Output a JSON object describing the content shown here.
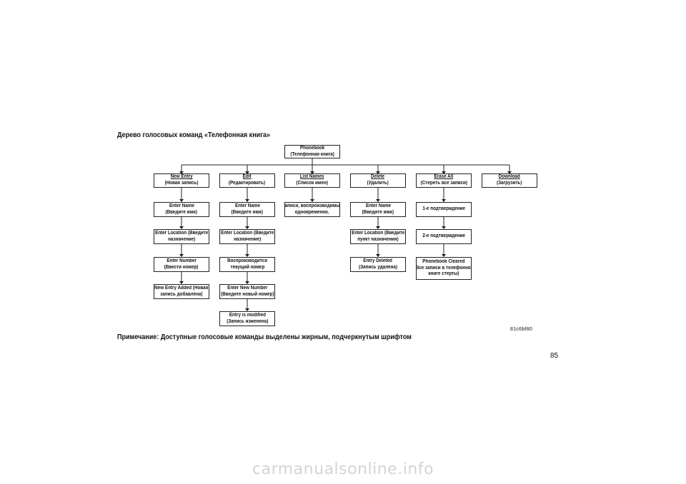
{
  "title": "Дерево голосовых команд «Телефонная книга»",
  "note": "Примечание: Доступные голосовые команды выделены жирным, подчеркнутым шрифтом",
  "figure_code": "81c6bf80",
  "page_number": "85",
  "watermark": "carmanualsonline.info",
  "root": {
    "line1": "Phonebook",
    "line2": "(Телефонная книга)"
  },
  "commands": {
    "new_entry": {
      "line1": "New Entry",
      "line2": "(Новая запись)"
    },
    "edit": {
      "line1": "Edit",
      "line2": "(Редактировать)"
    },
    "list_names": {
      "line1": "List Names",
      "line2": "(Список имен)"
    },
    "delete": {
      "line1": "Delete",
      "line2": "(Удалить)"
    },
    "erase_all": {
      "line1": "Erase All",
      "line2": "(Стереть все записи)"
    },
    "download": {
      "line1": "Download",
      "line2": "(Загрузить)"
    }
  },
  "new_entry_steps": [
    {
      "line1": "Enter Name",
      "line2": "(Введите имя)"
    },
    {
      "line1": "Enter Location (Введите",
      "line2": "назначение)"
    },
    {
      "line1": "Enter Number",
      "line2": "(Ввести номер)"
    },
    {
      "line1": "New Entry Added (Новая",
      "line2": "запись добавлена)"
    }
  ],
  "edit_steps": [
    {
      "line1": "Enter Name",
      "line2": "(Введите имя)"
    },
    {
      "line1": "Enter Location (Введите",
      "line2": "назначение)"
    },
    {
      "line1": "Воспроизводится",
      "line2": "текущий номер"
    },
    {
      "line1": "Enter New Number",
      "line2": "(Введите новый номер)"
    },
    {
      "line1": "Entry is modified",
      "line2": "(Запись изменена)"
    }
  ],
  "list_names_steps": [
    {
      "line1": "Записи, воспроизводимые",
      "line2": "одновременно."
    }
  ],
  "delete_steps": [
    {
      "line1": "Enter Name",
      "line2": "(Введите имя)"
    },
    {
      "line1": "Enter Location (Введите",
      "line2": "пункт назначения)"
    },
    {
      "line1": "Entry Deleted",
      "line2": "(Запись удалена)"
    }
  ],
  "erase_all_steps": [
    {
      "line1": "1-е подтверждение"
    },
    {
      "line1": "2-е подтверждение"
    },
    {
      "line1": "Phonebook Cleared",
      "line2": "(Все записи в телефонной",
      "line3": "книге стерты)"
    }
  ]
}
